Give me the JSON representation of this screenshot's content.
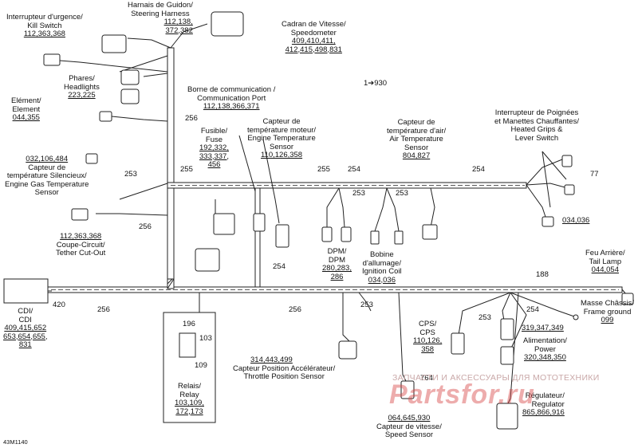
{
  "labels": {
    "kill_switch": {
      "title": "Interrupteur d'urgence/\nKill Switch",
      "refs": "112,363,368"
    },
    "steering_harness": {
      "title": "Harnais de Guidon/\nSteering Harness",
      "refs": "112,138,\n372,382"
    },
    "speedometer": {
      "title": "Cadran de Vitesse/\nSpeedometer",
      "refs": "409,410,411,\n412,415,498,831"
    },
    "headlights": {
      "title": "Phares/\nHeadlights",
      "refs": "223,225"
    },
    "element": {
      "title": "Elément/\nElement",
      "refs": "044,355"
    },
    "communication_port": {
      "title": "Borne de communication /\nCommunication Port",
      "refs": "112,138,366,371"
    },
    "engine_temp": {
      "title": "Capteur de\ntempérature moteur/\nEngine Temperature\nSensor",
      "refs": "110,126,358"
    },
    "fuse": {
      "title": "Fusible/\nFuse",
      "refs": "192,332,\n333,337,\n456"
    },
    "air_temp": {
      "title": "Capteur de\ntempérature d'air/\nAir Temperature\nSensor",
      "refs": "804,827"
    },
    "heated_grips": {
      "title": "Interrupteur de Poignées\net Manettes Chauffantes/\nHeated Grips &\nLever Switch",
      "refs": "034,036"
    },
    "gas_temp": {
      "title": "Capteur de\ntempérature Silencieux/\nEngine Gas Temperature\nSensor",
      "refs": "032,106,484"
    },
    "tether": {
      "title": "Coupe-Circuit/\nTether Cut-Out",
      "refs": "112,363,368"
    },
    "dpm": {
      "title": "DPM/\nDPM",
      "refs": "280,283,\n286"
    },
    "ignition_coil": {
      "title": "Bobine\nd'allumage/\nIgnition Coil",
      "refs": "034,036"
    },
    "tail_lamp": {
      "title": "Feu Arrière/\nTail Lamp",
      "refs": "044,054"
    },
    "frame_ground": {
      "title": "Masse Châssis/\nFrame ground",
      "refs": "099"
    },
    "cdi": {
      "title": "CDI/\nCDI",
      "refs": "409,415,652\n653,654,655,\n831"
    },
    "relay": {
      "title": "Relais/\nRelay",
      "refs": "103,109,\n172,173"
    },
    "throttle_sensor": {
      "title": "Capteur Position Accélérateur/\nThrottle Position Sensor",
      "refs": "314,443,499"
    },
    "cps": {
      "title": "CPS/\nCPS",
      "refs": "110,126,\n358"
    },
    "power": {
      "title": "Alimentation/\nPower",
      "refs": "320,348,350"
    },
    "power_refs_top": {
      "refs": "319,347,349"
    },
    "regulator": {
      "title": "Régulateur/\nRegulator",
      "refs": "865,866,916"
    },
    "speed_sensor": {
      "title": "Capteur de vitesse/\nSpeed Sensor",
      "refs": "064,645,930"
    }
  },
  "wire_numbers": {
    "n930": "1➔930",
    "n256a": "256",
    "n255a": "255",
    "n255b": "255",
    "n254a": "254",
    "n254b": "254",
    "n253a": "253",
    "n253b": "253",
    "n253c": "253",
    "n256b": "256",
    "n254c": "254",
    "n77": "77",
    "n188": "188",
    "n254d": "254",
    "n420": "420",
    "n256c": "256",
    "n256d": "256",
    "n253d": "253",
    "n253e": "253",
    "n196": "196",
    "n103": "103",
    "n109": "109",
    "n764": "764"
  },
  "watermark": {
    "top": "ЗАПЧАСТИ И АКСЕССУАРЫ ДЛЯ МОТОТЕХНИКИ",
    "logo": "Partsfor.ru"
  },
  "diagram_code": "43M1140"
}
